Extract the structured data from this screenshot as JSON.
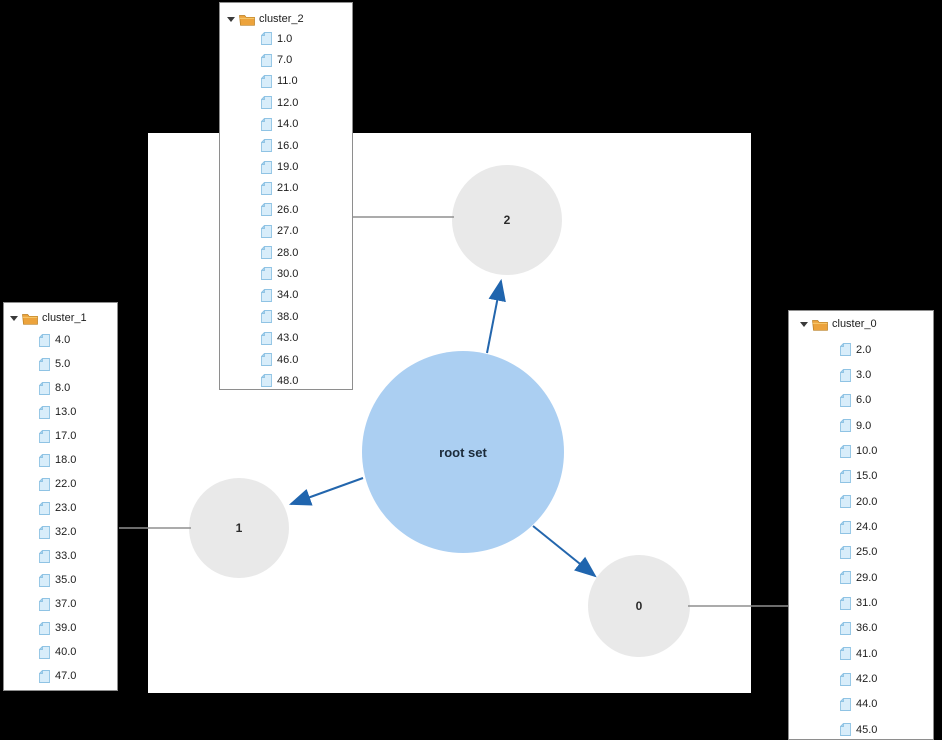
{
  "background": "#000000",
  "diagram": {
    "canvas_fill": "#ffffff",
    "root_node": {
      "label": "root set",
      "fill": "#abcff2"
    },
    "nodes": [
      {
        "id": "2",
        "label": "2",
        "fill": "#e9e9e9"
      },
      {
        "id": "1",
        "label": "1",
        "fill": "#e9e9e9"
      },
      {
        "id": "0",
        "label": "0",
        "fill": "#e9e9e9"
      }
    ],
    "edges": [
      {
        "from": "root set",
        "to": "2"
      },
      {
        "from": "root set",
        "to": "1"
      },
      {
        "from": "root set",
        "to": "0"
      }
    ],
    "edge_color": "#2366ad",
    "connector_color": "#8f8f8f"
  },
  "panels": [
    {
      "title": "cluster_2",
      "linked_node": "2",
      "items": [
        "1.0",
        "7.0",
        "11.0",
        "12.0",
        "14.0",
        "16.0",
        "19.0",
        "21.0",
        "26.0",
        "27.0",
        "28.0",
        "30.0",
        "34.0",
        "38.0",
        "43.0",
        "46.0",
        "48.0"
      ]
    },
    {
      "title": "cluster_1",
      "linked_node": "1",
      "items": [
        "4.0",
        "5.0",
        "8.0",
        "13.0",
        "17.0",
        "18.0",
        "22.0",
        "23.0",
        "32.0",
        "33.0",
        "35.0",
        "37.0",
        "39.0",
        "40.0",
        "47.0"
      ]
    },
    {
      "title": "cluster_0",
      "linked_node": "0",
      "items": [
        "2.0",
        "3.0",
        "6.0",
        "9.0",
        "10.0",
        "15.0",
        "20.0",
        "24.0",
        "25.0",
        "29.0",
        "31.0",
        "36.0",
        "41.0",
        "42.0",
        "44.0",
        "45.0"
      ]
    }
  ],
  "icons": {
    "expander": {
      "name": "triangle-down-icon",
      "glyph": "▼",
      "color": "#3a3a3a"
    },
    "folder": {
      "name": "folder-icon",
      "color": "#eca33c"
    },
    "file": {
      "name": "file-icon",
      "color": "#d8edfa"
    }
  }
}
